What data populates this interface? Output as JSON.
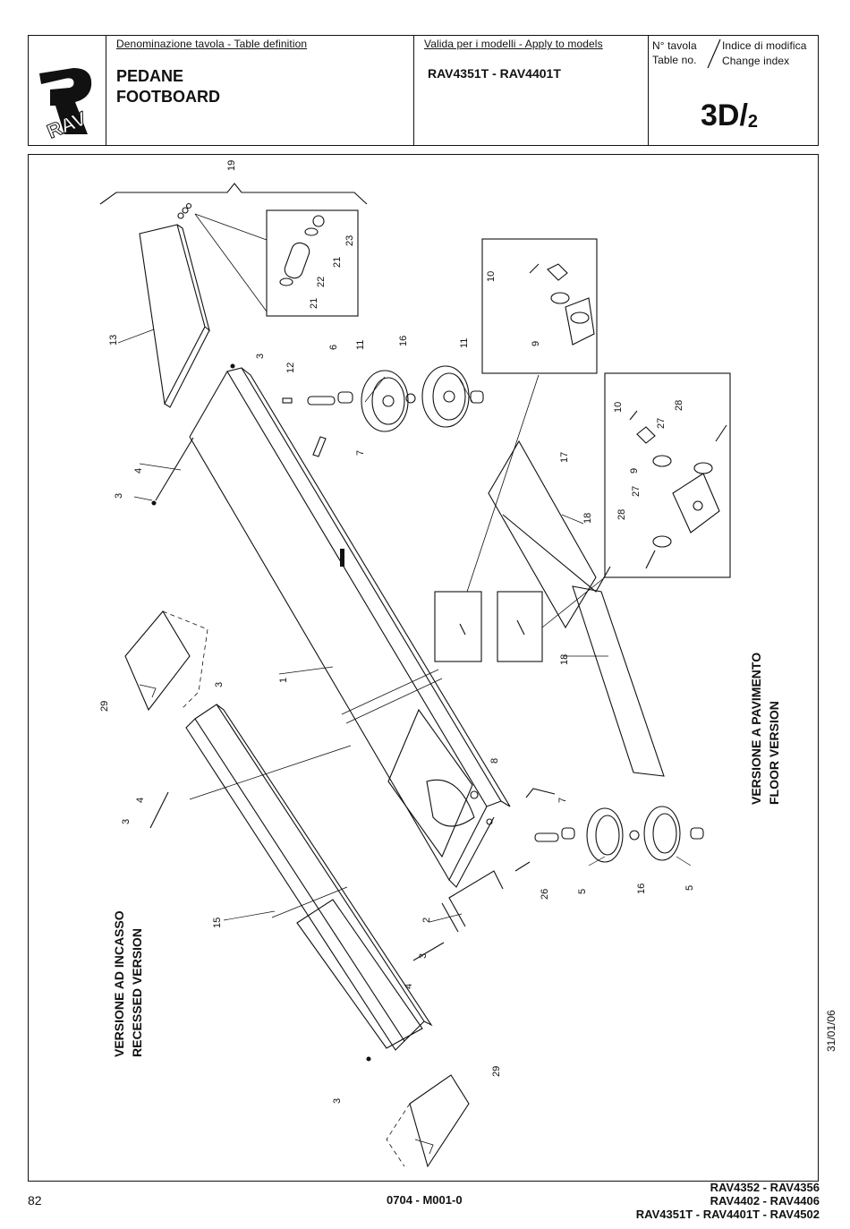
{
  "header": {
    "logo_text": "RAV",
    "table_definition_label": "Denominazione tavola - Table definition",
    "title_it": "PEDANE",
    "title_en": "FOOTBOARD",
    "valid_models_label": "Valida per i modelli - Apply to models",
    "valid_models": "RAV4351T - RAV4401T",
    "table_no_label_it": "N° tavola",
    "table_no_label_en": "Table no.",
    "change_index_label_it": "Indice di modifica",
    "change_index_label_en": "Change index",
    "table_no_main": "3D/",
    "table_no_sub": "2"
  },
  "drawing": {
    "floor_version_it": "VERSIONE A PAVIMENTO",
    "floor_version_en": "FLOOR VERSION",
    "recessed_version_it": "VERSIONE AD INCASSO",
    "recessed_version_en": "RECESSED VERSION",
    "part_labels": [
      "1",
      "2",
      "3",
      "4",
      "5",
      "6",
      "7",
      "8",
      "9",
      "10",
      "11",
      "12",
      "13",
      "15",
      "16",
      "17",
      "18",
      "19",
      "21",
      "22",
      "23",
      "26",
      "27",
      "28",
      "29"
    ]
  },
  "footer": {
    "page": "82",
    "doc_code": "0704 - M001-0",
    "models_line1": "RAV4352 - RAV4356",
    "models_line2": "RAV4402 - RAV4406",
    "models_line3": "RAV4351T - RAV4401T - RAV4502",
    "date": "31/01/06"
  }
}
